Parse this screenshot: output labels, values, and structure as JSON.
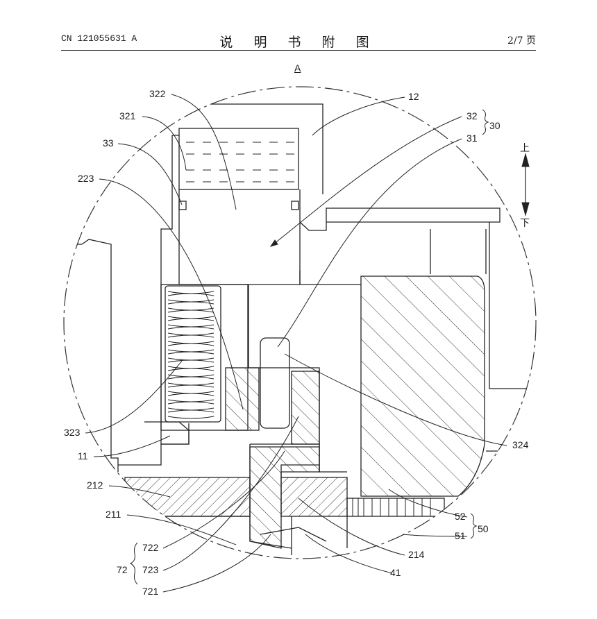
{
  "header": {
    "publication_number": "CN 121055631 A",
    "title": "说 明 书 附 图",
    "page": "2/7 页"
  },
  "figure": {
    "view_label": "A",
    "direction": {
      "up": "上",
      "down": "下"
    },
    "labels": {
      "l322": "322",
      "l12": "12",
      "l321": "321",
      "l32": "32",
      "l30": "30",
      "l33": "33",
      "l31": "31",
      "l223": "223",
      "l323": "323",
      "l324": "324",
      "l11": "11",
      "l212": "212",
      "l52": "52",
      "l50": "50",
      "l211": "211",
      "l51": "51",
      "l722": "722",
      "l214": "214",
      "l72": "72",
      "l723": "723",
      "l41": "41",
      "l721": "721"
    }
  }
}
